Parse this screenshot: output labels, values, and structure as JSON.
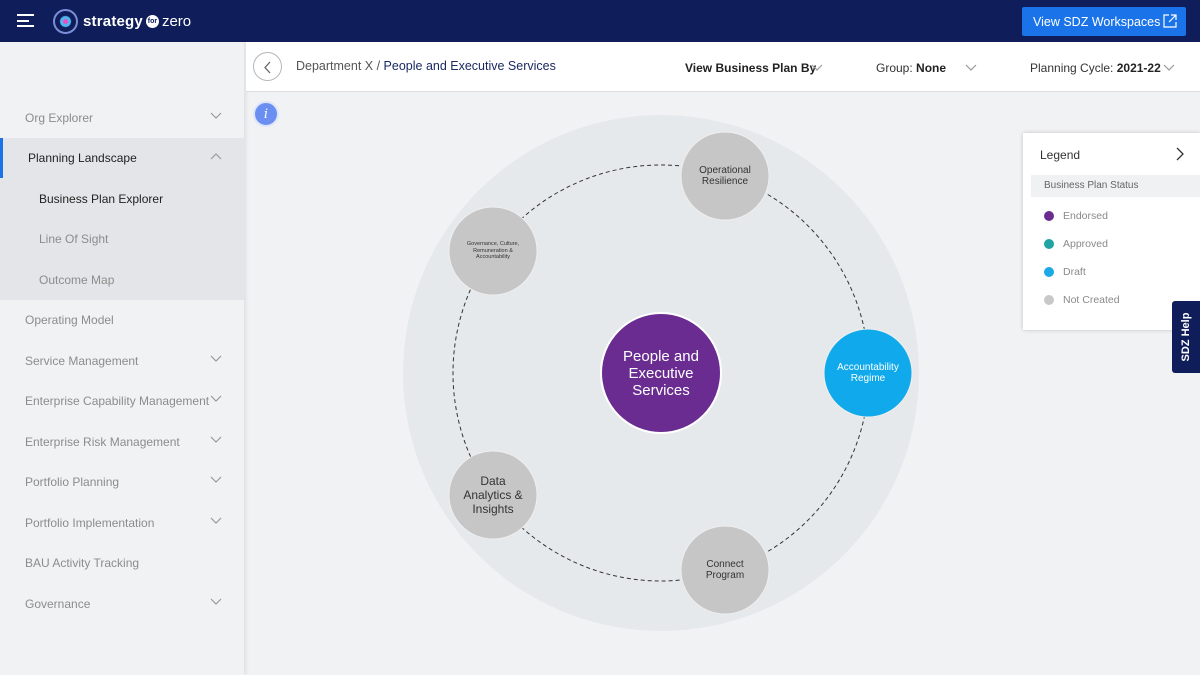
{
  "app": {
    "logo_text": "strategy",
    "logo_for": "for",
    "logo_zero": "zero",
    "workspaces_button": "View SDZ Workspaces"
  },
  "sidebar": {
    "items": [
      {
        "label": "Org Explorer",
        "chevron": "down"
      },
      {
        "label": "Planning Landscape",
        "chevron": "up",
        "active": true
      },
      {
        "label": "Operating Model"
      },
      {
        "label": "Service Management",
        "chevron": "down"
      },
      {
        "label": "Enterprise Capability Management",
        "chevron": "down"
      },
      {
        "label": "Enterprise Risk Management",
        "chevron": "down"
      },
      {
        "label": "Portfolio Planning",
        "chevron": "down"
      },
      {
        "label": "Portfolio Implementation",
        "chevron": "down"
      },
      {
        "label": "BAU Activity Tracking"
      },
      {
        "label": "Governance",
        "chevron": "down"
      }
    ],
    "subitems": [
      {
        "label": "Business Plan Explorer",
        "current": true
      },
      {
        "label": "Line Of Sight"
      },
      {
        "label": "Outcome Map"
      }
    ]
  },
  "header": {
    "breadcrumb_parent": "Department X",
    "breadcrumb_sep": " / ",
    "breadcrumb_current": "People and Executive Services",
    "view_by_label": "View Business Plan By",
    "group_label": "Group:",
    "group_value": "None",
    "cycle_label": "Planning Cycle:",
    "cycle_value": "2021-22"
  },
  "info_icon": "i",
  "diagram": {
    "center": {
      "label_lines": [
        "People and",
        "Executive",
        "Services"
      ],
      "status": "Endorsed"
    },
    "nodes": [
      {
        "label_lines": [
          "Operational",
          "Resilience"
        ],
        "status": "Not Created"
      },
      {
        "label_lines": [
          "Accountability",
          "Regime"
        ],
        "status": "Draft"
      },
      {
        "label_lines": [
          "Connect",
          "Program"
        ],
        "status": "Not Created"
      },
      {
        "label_lines": [
          "Data",
          "Analytics &",
          "Insights"
        ],
        "status": "Not Created"
      },
      {
        "label_lines": [
          "Governance, Culture,",
          "Remuneration &",
          "Accountability"
        ],
        "status": "Not Created"
      }
    ]
  },
  "legend": {
    "title": "Legend",
    "subtitle": "Business Plan Status",
    "statuses": [
      {
        "label": "Endorsed",
        "color": "#6a2c91"
      },
      {
        "label": "Approved",
        "color": "#1fa3a3"
      },
      {
        "label": "Draft",
        "color": "#1ba9e8"
      },
      {
        "label": "Not Created",
        "color": "#c8c8c8"
      }
    ]
  },
  "colors": {
    "topbar": "#0f1e5a",
    "accent": "#1a73e8",
    "center": "#6a2c91",
    "draft": "#0fa9ec",
    "not_created": "#c6c6c6"
  },
  "help_tab": "SDZ Help"
}
